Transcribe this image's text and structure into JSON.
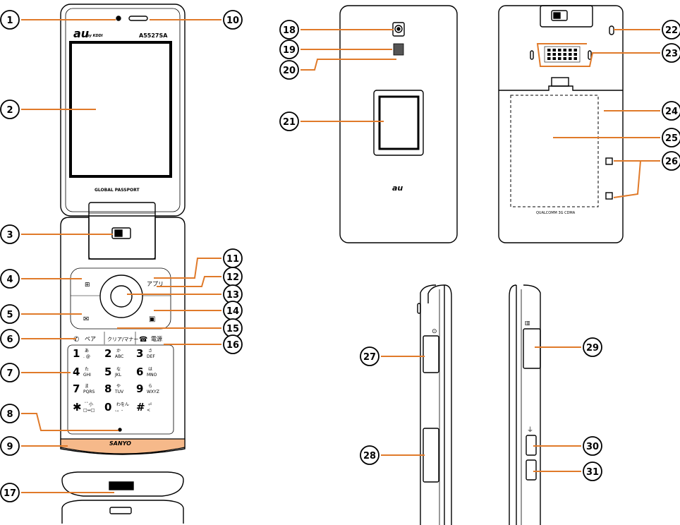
{
  "colors": {
    "leader": "#e07a2a",
    "outline": "#000000",
    "band": "#f6b98a"
  },
  "labels": {
    "brand_au": "au",
    "brand_by": "by KDDI",
    "model": "A5527SA",
    "global_passport": "GLOBAL PASSPORT",
    "sanyo": "SANYO",
    "qualcomm": "QUALCOMM 3G CDMA",
    "key_appli": "アプリ",
    "key_pair": "ペア",
    "key_clear": "クリア/マナー",
    "key_power": "電源"
  },
  "keypad": [
    {
      "digit": "1",
      "main": "あ",
      "sub": ". @"
    },
    {
      "digit": "2",
      "main": "か",
      "sub": "ABC"
    },
    {
      "digit": "3",
      "main": "さ",
      "sub": "DEF"
    },
    {
      "digit": "4",
      "main": "た",
      "sub": "GHI"
    },
    {
      "digit": "5",
      "main": "な",
      "sub": "JKL"
    },
    {
      "digit": "6",
      "main": "は",
      "sub": "MNO"
    },
    {
      "digit": "7",
      "main": "ま",
      "sub": "PQRS"
    },
    {
      "digit": "8",
      "main": "や",
      "sub": "TUV"
    },
    {
      "digit": "9",
      "main": "ら",
      "sub": "WXYZ"
    },
    {
      "digit": "✱",
      "main": "ﾞﾟ小",
      "sub": "□↔□"
    },
    {
      "digit": "0",
      "main": "わをん",
      "sub": "、。-"
    },
    {
      "digit": "#",
      "main": "⏎",
      "sub": "<"
    }
  ],
  "callouts": [
    {
      "num": "①",
      "icon": "circled-1-icon"
    },
    {
      "num": "②",
      "icon": "circled-2-icon"
    },
    {
      "num": "③",
      "icon": "circled-3-icon"
    },
    {
      "num": "④",
      "icon": "circled-4-icon"
    },
    {
      "num": "⑤",
      "icon": "circled-5-icon"
    },
    {
      "num": "⑥",
      "icon": "circled-6-icon"
    },
    {
      "num": "⑦",
      "icon": "circled-7-icon"
    },
    {
      "num": "⑧",
      "icon": "circled-8-icon"
    },
    {
      "num": "⑨",
      "icon": "circled-9-icon"
    },
    {
      "num": "⑩",
      "icon": "circled-10-icon"
    },
    {
      "num": "⑪",
      "icon": "circled-11-icon"
    },
    {
      "num": "⑫",
      "icon": "circled-12-icon"
    },
    {
      "num": "⑬",
      "icon": "circled-13-icon"
    },
    {
      "num": "⑭",
      "icon": "circled-14-icon"
    },
    {
      "num": "⑮",
      "icon": "circled-15-icon"
    },
    {
      "num": "⑯",
      "icon": "circled-16-icon"
    },
    {
      "num": "⑰",
      "icon": "circled-17-icon"
    },
    {
      "num": "⑱",
      "icon": "circled-18-icon"
    },
    {
      "num": "⑲",
      "icon": "circled-19-icon"
    },
    {
      "num": "⑳",
      "icon": "circled-20-icon"
    },
    {
      "num": "㉑",
      "icon": "circled-21-icon"
    },
    {
      "num": "㉒",
      "icon": "circled-22-icon"
    },
    {
      "num": "㉓",
      "icon": "circled-23-icon"
    },
    {
      "num": "㉔",
      "icon": "circled-24-icon"
    },
    {
      "num": "㉕",
      "icon": "circled-25-icon"
    },
    {
      "num": "㉖",
      "icon": "circled-26-icon"
    },
    {
      "num": "㉗",
      "icon": "circled-27-icon"
    },
    {
      "num": "㉘",
      "icon": "circled-28-icon"
    },
    {
      "num": "㉙",
      "icon": "circled-29-icon"
    },
    {
      "num": "㉚",
      "icon": "circled-30-icon"
    },
    {
      "num": "㉛",
      "icon": "circled-31-icon"
    }
  ]
}
